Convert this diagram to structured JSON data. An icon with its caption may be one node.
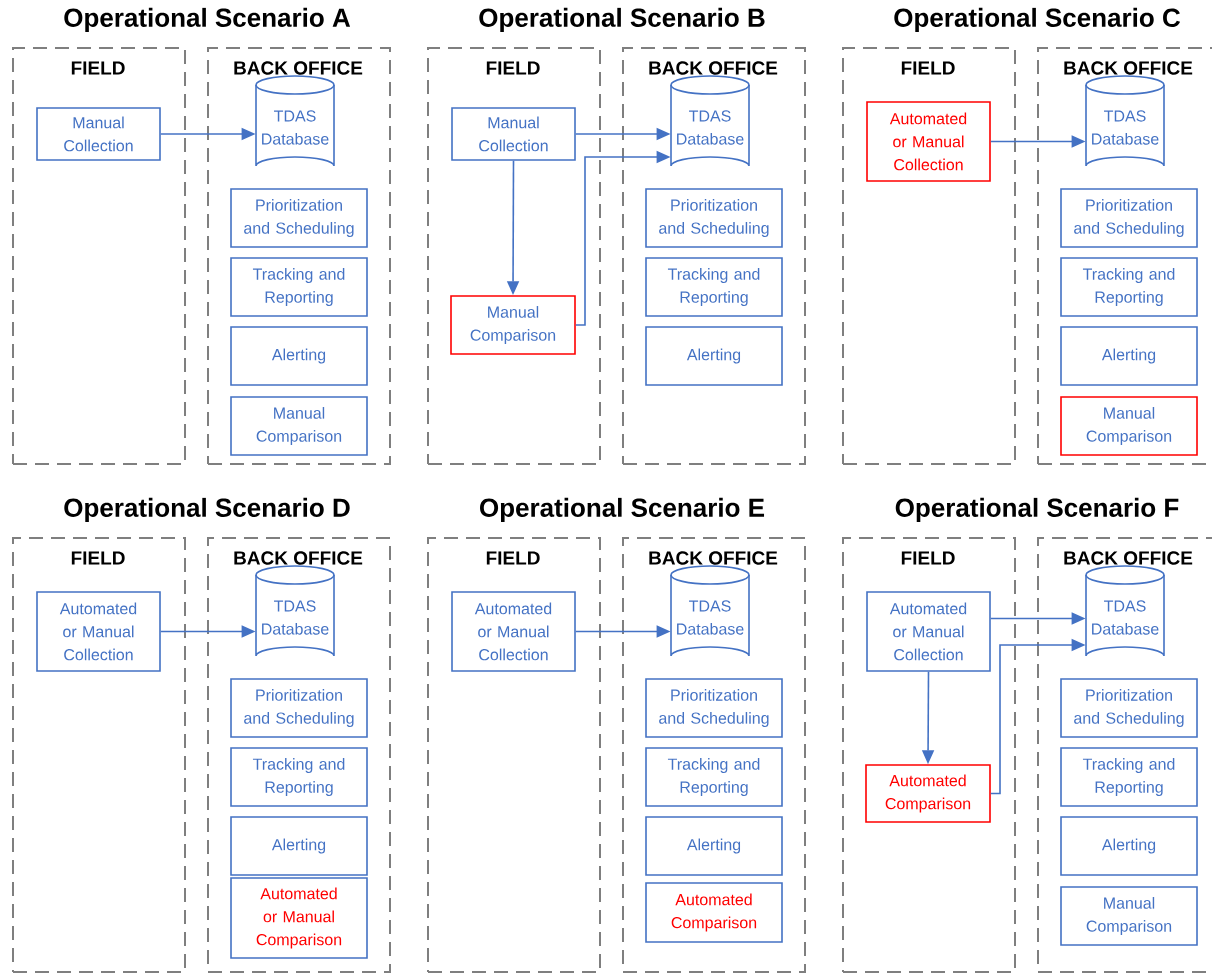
{
  "diagram": {
    "nodes": [
      {
        "text": [
          "FIELD"
        ]
      },
      {
        "text": [
          "BACK OFFICE"
        ]
      },
      {
        "text": [
          "Manual Collection"
        ],
        "in": 0
      },
      {
        "text": [
          "TDAS Database"
        ],
        "in": 1
      },
      {
        "text": [
          "Prioritization and Scheduling"
        ],
        "in": 1
      },
      {
        "text": [
          "Tracking and Reporting"
        ],
        "in": 1
      },
      {
        "text": [
          "Alerting"
        ],
        "in": 1
      },
      {
        "text": [
          "Manual Comparison"
        ],
        "in": 1
      },
      {
        "text": [
          "FIELD"
        ]
      },
      {
        "text": [
          "BACK OFFICE"
        ]
      },
      {
        "text": [
          "Manual Collection"
        ],
        "in": 8
      },
      {
        "text": [
          "Manual Comparison"
        ],
        "in": 8
      },
      {
        "text": [
          "TDAS Database"
        ],
        "in": 9
      },
      {
        "text": [
          "Prioritization and Scheduling"
        ],
        "in": 9
      },
      {
        "text": [
          "Tracking and Reporting"
        ],
        "in": 9
      },
      {
        "text": [
          "Alerting"
        ],
        "in": 9
      },
      {
        "text": [
          "FIELD"
        ]
      },
      {
        "text": [
          "BACK OFFICE"
        ]
      },
      {
        "text": [
          "Automated or Manual Collection"
        ],
        "in": 16
      },
      {
        "text": [
          "TDAS Database"
        ],
        "in": 17
      },
      {
        "text": [
          "Prioritization and Scheduling"
        ],
        "in": 17
      },
      {
        "text": [
          "Tracking and Reporting"
        ],
        "in": 17
      },
      {
        "text": [
          "Alerting"
        ],
        "in": 17
      },
      {
        "text": [
          "Manual Comparison"
        ],
        "in": 17
      },
      {
        "text": [
          "FIELD"
        ]
      },
      {
        "text": [
          "BACK OFFICE"
        ]
      },
      {
        "text": [
          "Automated or Manual Collection"
        ],
        "in": 24
      },
      {
        "text": [
          "TDAS Database"
        ],
        "in": 25
      },
      {
        "text": [
          "Prioritization and Scheduling"
        ],
        "in": 25
      },
      {
        "text": [
          "Tracking and Reporting"
        ],
        "in": 25
      },
      {
        "text": [
          "Alerting"
        ],
        "in": 25
      },
      {
        "text": [
          "Automated or Manual Comparison"
        ],
        "in": 25
      },
      {
        "text": [
          "FIELD"
        ]
      },
      {
        "text": [
          "BACK OFFICE"
        ]
      },
      {
        "text": [
          "Automated or Manual Collection"
        ],
        "in": 32
      },
      {
        "text": [
          "TDAS Database"
        ],
        "in": 33
      },
      {
        "text": [
          "Prioritization and Scheduling"
        ],
        "in": 33
      },
      {
        "text": [
          "Tracking and Reporting"
        ],
        "in": 33
      },
      {
        "text": [
          "Alerting"
        ],
        "in": 33
      },
      {
        "text": [
          "Automated Comparison"
        ],
        "in": 33
      },
      {
        "text": [
          "FIELD"
        ]
      },
      {
        "text": [
          "BACK OFFICE"
        ]
      },
      {
        "text": [
          "Automated or Manual Collection"
        ],
        "in": 40
      },
      {
        "text": [
          "Automated Comparison"
        ],
        "in": 40
      },
      {
        "text": [
          "TDAS Database"
        ],
        "in": 41
      },
      {
        "text": [
          "Prioritization and Scheduling"
        ],
        "in": 41
      },
      {
        "text": [
          "Tracking and Reporting"
        ],
        "in": 41
      },
      {
        "text": [
          "Alerting"
        ],
        "in": 41
      },
      {
        "text": [
          "Manual Comparison"
        ],
        "in": 41
      }
    ],
    "edges": [
      {
        "from": 2,
        "to": 3,
        "arrow": "to"
      },
      {
        "from": 10,
        "to": 12,
        "arrow": "to"
      },
      {
        "from": 10,
        "to": 11,
        "arrow": "to"
      },
      {
        "from": 11,
        "to": 12,
        "arrow": "to"
      },
      {
        "from": 18,
        "to": 19,
        "arrow": "to"
      },
      {
        "from": 26,
        "to": 27,
        "arrow": "to"
      },
      {
        "from": 34,
        "to": 35,
        "arrow": "to"
      },
      {
        "from": 42,
        "to": 44,
        "arrow": "to"
      },
      {
        "from": 42,
        "to": 43,
        "arrow": "to"
      },
      {
        "from": 43,
        "to": 44,
        "arrow": "to"
      }
    ],
    "labels": [
      "Operational Scenario A",
      "Operational Scenario B",
      "Operational Scenario C",
      "Operational Scenario D",
      "Operational Scenario E",
      "Operational Scenario F"
    ]
  }
}
